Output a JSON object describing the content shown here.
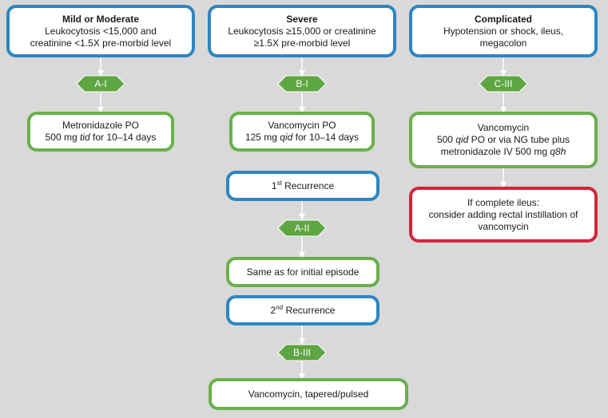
{
  "columns": [
    {
      "header": {
        "title": "Mild or Moderate",
        "lines": [
          "Leukocytosis <15,000 and",
          "creatinine <1.5X pre-morbid level"
        ]
      },
      "grade": "A-I",
      "treatment": {
        "line1": "Metronidazole PO",
        "line2_pre": "500 mg ",
        "line2_em": "tid",
        "line2_post": " for 10–14 days"
      }
    },
    {
      "header": {
        "title": "Severe",
        "lines": [
          "Leukocytosis ≥15,000 or creatinine",
          "≥1.5X pre-morbid level"
        ]
      },
      "grade": "B-I",
      "treatment": {
        "line1": "Vancomycin PO",
        "line2_pre": "125 mg ",
        "line2_em": "qid",
        "line2_post": " for 10–14 days"
      },
      "recurrence1": {
        "num": "1",
        "sup": "st",
        "text": " Recurrence"
      },
      "grade2": "A-II",
      "treatment2": "Same as for initial episode",
      "recurrence2": {
        "num": "2",
        "sup": "nd",
        "text": " Recurrence"
      },
      "grade3": "B-III",
      "treatment3": "Vancomycin, tapered/pulsed"
    },
    {
      "header": {
        "title": "Complicated",
        "lines": [
          "Hypotension or shock, ileus,",
          "megacolon"
        ]
      },
      "grade": "C-III",
      "treatment": {
        "line1": "Vancomycin",
        "line2_pre": "500 ",
        "line2_em": "qid",
        "line2_post": " PO or via NG tube plus",
        "line3_pre": "metronidazole IV 500 mg ",
        "line3_em": "q8h"
      },
      "ileus": {
        "lines": [
          "If complete ileus:",
          "consider adding rectal instillation of",
          "vancomycin"
        ]
      }
    }
  ],
  "colors": {
    "blue": "#2e86c1",
    "green": "#6ab04c",
    "red": "#d0263c",
    "grade_fill": "#5ea642",
    "connector": "#ffffff"
  }
}
